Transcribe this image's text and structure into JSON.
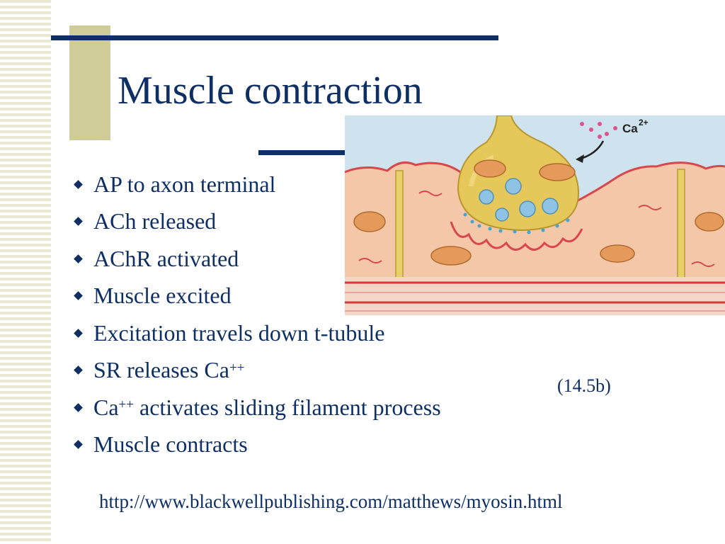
{
  "slide": {
    "title": "Muscle contraction",
    "bullets": [
      {
        "text": "AP to axon terminal"
      },
      {
        "text": "ACh released"
      },
      {
        "text": "AChR activated"
      },
      {
        "text": "Muscle excited"
      },
      {
        "text": "Excitation travels down t-tubule"
      },
      {
        "text": "SR releases Ca",
        "sup": "++"
      },
      {
        "text": "Ca",
        "sup": "++",
        "after": " activates sliding filament process"
      },
      {
        "text": "Muscle contracts"
      }
    ],
    "figure": {
      "ion_label": "Ca",
      "ion_charge": "2+",
      "caption": "(14.5b)"
    },
    "url": "http://www.blackwellpublishing.com/matthews/myosin.html"
  },
  "colors": {
    "text": "#0e2f64",
    "rule": "#0e2f64",
    "accent_box": "#cfcc9a",
    "stripe": "#e9e8d2"
  }
}
